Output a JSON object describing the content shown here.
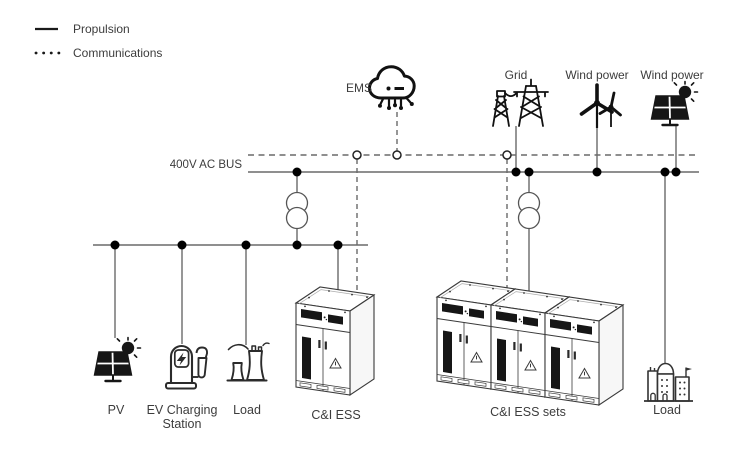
{
  "legend": {
    "propulsion": "Propulsion",
    "communications": "Communications"
  },
  "bus_label": "400V AC BUS",
  "top_nodes": {
    "ems": "EMS",
    "grid": "Grid",
    "wind_power_turbine": "Wind power",
    "wind_power_solar": "Wind power"
  },
  "bottom_nodes": {
    "pv": "PV",
    "ev_charging_line1": "EV Charging",
    "ev_charging_line2": "Station",
    "load_left": "Load",
    "ci_ess": "C&I ESS",
    "ci_ess_sets": "C&I ESS sets",
    "load_right": "Load"
  },
  "colors": {
    "background": "#ffffff",
    "icon_stroke": "#1a1a1a",
    "wire": "#6a6a6a",
    "text": "#3c3c3c",
    "junction_dot": "#000000"
  }
}
